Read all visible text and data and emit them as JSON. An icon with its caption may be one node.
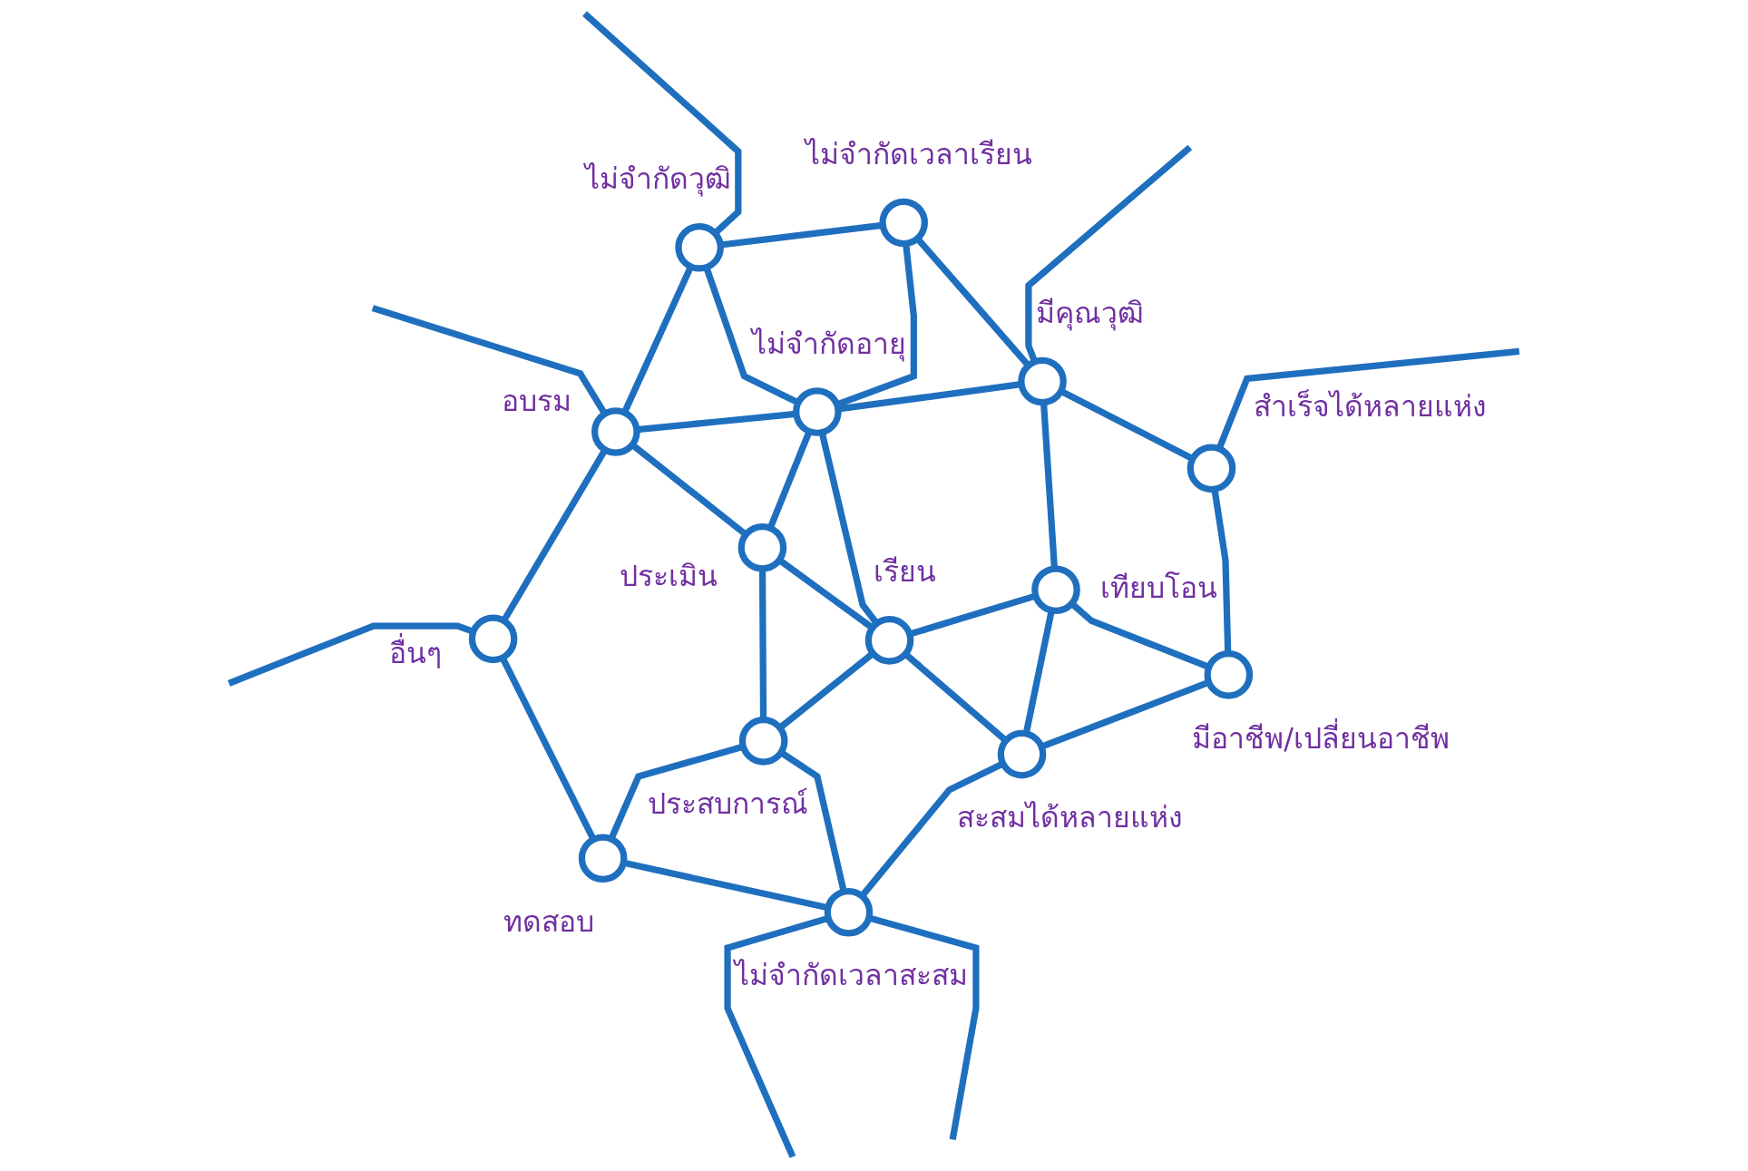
{
  "diagram": {
    "nodes": [
      {
        "text": [],
        "shape": "circle",
        "beside": [
          "อื่นๆ"
        ]
      },
      {
        "text": [],
        "shape": "circle",
        "beside": [
          "ทดสอบ"
        ]
      },
      {
        "text": [],
        "shape": "circle",
        "beside": [
          "ไม่จำกัดเวลาสะสม"
        ]
      },
      {
        "text": [],
        "shape": "circle",
        "beside": [
          "อบรม"
        ]
      },
      {
        "text": [],
        "shape": "circle",
        "beside": [
          "ประสบการณ์"
        ]
      },
      {
        "text": [],
        "shape": "circle",
        "beside": [
          "ไม่จำกัดวุฒิ"
        ]
      },
      {
        "text": [],
        "shape": "circle",
        "beside": [
          "สะสมได้หลายแห่ง"
        ]
      },
      {
        "text": [],
        "shape": "circle",
        "beside": [
          "ประเมิน"
        ]
      },
      {
        "text": [],
        "shape": "circle",
        "beside": [
          "เรียน"
        ]
      },
      {
        "text": [],
        "shape": "circle",
        "beside": [
          "ไม่จำกัดอายุ"
        ]
      },
      {
        "text": [],
        "shape": "circle",
        "beside": [
          "มีอาชีพ/เปลี่ยนอาชีพ"
        ]
      },
      {
        "text": [],
        "shape": "circle",
        "beside": [
          "ไม่จำกัดเวลาเรียน"
        ]
      },
      {
        "text": [],
        "shape": "circle",
        "beside": [
          "เทียบโอน"
        ]
      },
      {
        "text": [],
        "shape": "circle",
        "beside": [
          "มีคุณวุฒิ"
        ]
      },
      {
        "text": [],
        "shape": "circle",
        "beside": [
          "สำเร็จได้หลายแห่ง"
        ]
      }
    ],
    "edges": [
      {
        "from": 0,
        "to": null,
        "arrow": "none"
      },
      {
        "from": 0,
        "to": 1,
        "arrow": "none"
      },
      {
        "from": 1,
        "to": 2,
        "arrow": "none"
      },
      {
        "from": 2,
        "to": null,
        "arrow": "none"
      },
      {
        "from": 2,
        "to": null,
        "arrow": "none"
      },
      {
        "from": 3,
        "to": 0,
        "arrow": "none"
      },
      {
        "from": 3,
        "to": null,
        "arrow": "none"
      },
      {
        "from": 5,
        "to": 3,
        "arrow": "none"
      },
      {
        "from": 3,
        "to": 9,
        "arrow": "none"
      },
      {
        "from": 3,
        "to": 7,
        "arrow": "none"
      },
      {
        "from": 1,
        "to": 4,
        "arrow": "none"
      },
      {
        "from": 4,
        "to": 2,
        "arrow": "none"
      },
      {
        "from": 7,
        "to": 4,
        "arrow": "none"
      },
      {
        "from": 4,
        "to": 8,
        "arrow": "none"
      },
      {
        "from": 5,
        "to": null,
        "arrow": "none"
      },
      {
        "from": 5,
        "to": 9,
        "arrow": "none"
      },
      {
        "from": 5,
        "to": 11,
        "arrow": "none"
      },
      {
        "from": 9,
        "to": 7,
        "arrow": "none"
      },
      {
        "from": 7,
        "to": 8,
        "arrow": "none"
      },
      {
        "from": 9,
        "to": 8,
        "arrow": "none"
      },
      {
        "from": 8,
        "to": 6,
        "arrow": "none"
      },
      {
        "from": 6,
        "to": 2,
        "arrow": "none"
      },
      {
        "from": 8,
        "to": 12,
        "arrow": "none"
      },
      {
        "from": 9,
        "to": 11,
        "arrow": "none"
      },
      {
        "from": 9,
        "to": 13,
        "arrow": "none"
      },
      {
        "from": 11,
        "to": 13,
        "arrow": "none"
      },
      {
        "from": 12,
        "to": 6,
        "arrow": "none"
      },
      {
        "from": 12,
        "to": 10,
        "arrow": "none"
      },
      {
        "from": 6,
        "to": 10,
        "arrow": "none"
      },
      {
        "from": 10,
        "to": 14,
        "arrow": "none"
      },
      {
        "from": 13,
        "to": 12,
        "arrow": "none"
      },
      {
        "from": 13,
        "to": 14,
        "arrow": "none"
      },
      {
        "from": 13,
        "to": null,
        "arrow": "none"
      },
      {
        "from": 14,
        "to": null,
        "arrow": "none"
      }
    ]
  }
}
